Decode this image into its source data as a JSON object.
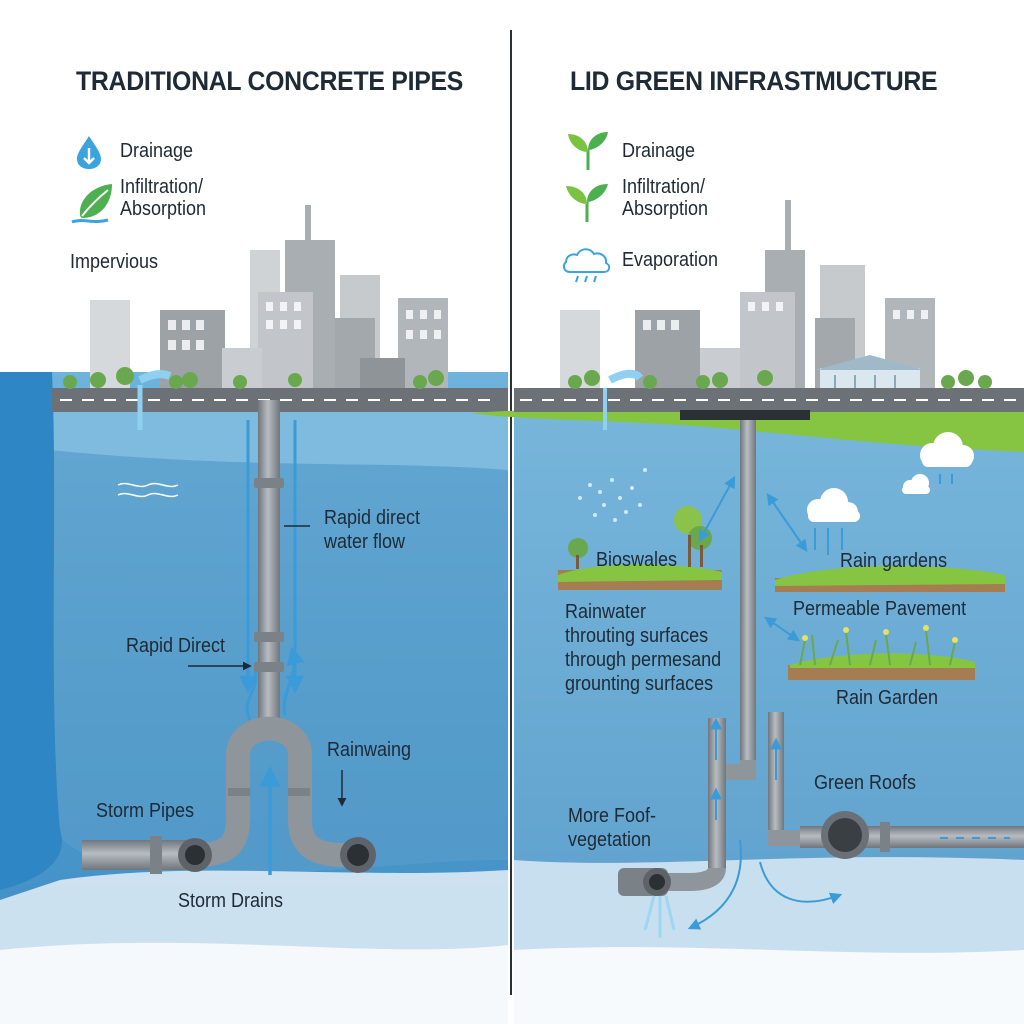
{
  "left_panel": {
    "title": "TRADITIONAL CONCRETE PIPES",
    "legend": [
      {
        "label": "Drainage",
        "icon": "water-drop-icon"
      },
      {
        "label": "Infiltration/\nAbsorption",
        "icon": "leaf-icon"
      }
    ],
    "impervious_label": "Impervious",
    "labels": {
      "rapid_flow": "Rapid direct\nwater flow",
      "rapid_direct": "Rapid Direct",
      "rainwaing": "Rainwaing",
      "storm_pipes": "Storm Pipes",
      "storm_drains": "Storm Drains"
    }
  },
  "right_panel": {
    "title": "LID GREEN INFRASTMUCTURE",
    "legend": [
      {
        "label": "Drainage",
        "icon": "sprout-icon"
      },
      {
        "label": "Infiltration/\nAbsorption",
        "icon": "sprout-icon"
      },
      {
        "label": "Evaporation",
        "icon": "cloud-rain-icon"
      }
    ],
    "labels": {
      "bioswales": "Bioswales",
      "rain_gardens": "Rain gardens",
      "permeable_pavement": "Permeable Pavement",
      "rainwater_text": "Rainwater\nthrouting surfaces\nthrough permesand\ngrounting surfaces",
      "rain_garden": "Rain Garden",
      "green_roofs": "Green Roofs",
      "more_roof": "More Foof-\nvegetation"
    }
  },
  "colors": {
    "water": "#5aa3d1",
    "water_dark": "#2f86c4",
    "pipe": "#8e959b",
    "grass": "#86c542",
    "city": "#b9bec3",
    "arrow": "#3a9bd8"
  }
}
